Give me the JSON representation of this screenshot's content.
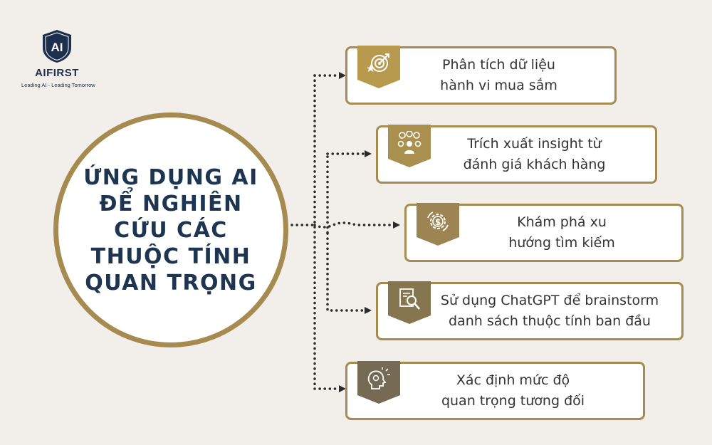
{
  "logo": {
    "mark": "AI",
    "name": "AIFIRST",
    "tagline": "Leading AI - Leading Tomorrow",
    "icon": "shield-icon"
  },
  "center": {
    "title": "ỨNG DỤNG AI ĐỂ NGHIÊN CỨU CÁC THUỘC TÍNH QUAN TRỌNG"
  },
  "colors": {
    "background": "#f2efea",
    "accent_gold": "#a58b4f",
    "navy": "#1e3552",
    "badges": [
      "#b89a4e",
      "#a9904f",
      "#9c8553",
      "#86764f",
      "#756a54"
    ]
  },
  "items": [
    {
      "text_line1": "Phân tích dữ liệu",
      "text_line2": "hành vi mua sắm",
      "icon": "target-icon"
    },
    {
      "text_line1": "Trích xuất insight từ",
      "text_line2": "đánh giá khách hàng",
      "icon": "customer-feedback-icon"
    },
    {
      "text_line1": "Khám phá xu",
      "text_line2": "hướng tìm kiếm",
      "icon": "gear-dollar-icon"
    },
    {
      "text_line1": "Sử dụng ChatGPT để brainstorm",
      "text_line2": "danh sách thuộc tính ban đầu",
      "icon": "document-search-icon"
    },
    {
      "text_line1": "Xác định mức độ",
      "text_line2": "quan trọng tương đối",
      "icon": "head-idea-icon"
    }
  ]
}
